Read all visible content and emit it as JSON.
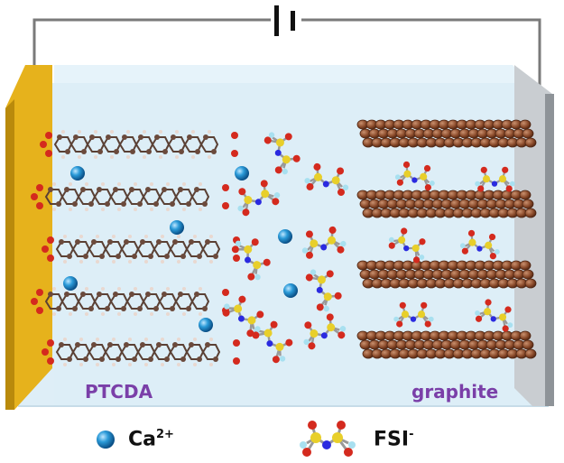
{
  "labels": {
    "cathode": "PTCDA",
    "anode": "graphite"
  },
  "legend": {
    "ion_label": "Ca",
    "ion_charge": "2+",
    "anion_label": "FSI",
    "anion_charge": "-"
  },
  "colors": {
    "electrolyte": "#dcedf7",
    "left_electrode": "#e6b21c",
    "right_electrode": "#b9bdc2",
    "wire": "#7a7a7a",
    "label": "#7a3fa8",
    "ca_ion": "#1e88c8",
    "graphite": "#8a4a2a",
    "oxygen": "#d42a1e",
    "sulfur": "#e8cf2a",
    "nitrogen": "#2a2ae0",
    "fluorine": "#a8e0f0"
  },
  "icons": [
    "battery-symbol-icon",
    "ca-ion-icon",
    "fsi-anion-icon"
  ]
}
